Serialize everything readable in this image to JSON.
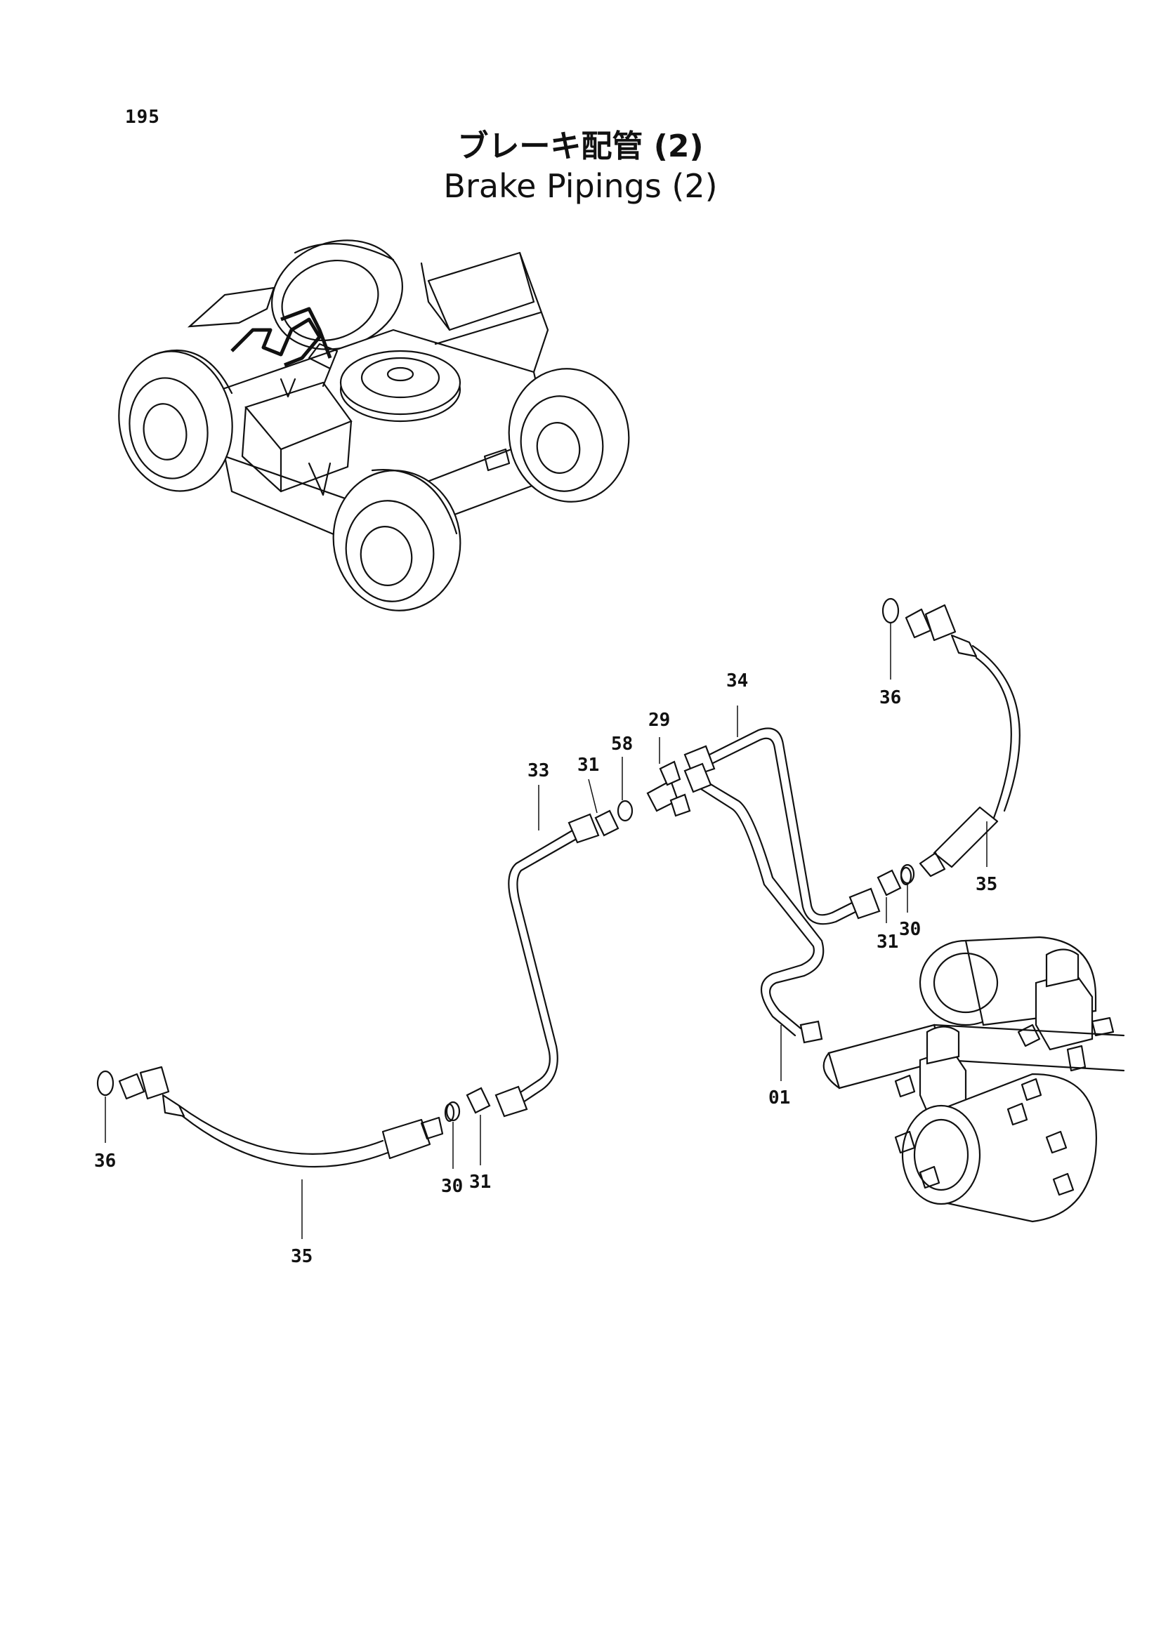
{
  "page_number": "195",
  "title_jp": "ブレーキ配管 (2)",
  "title_en": "Brake Pipings (2)",
  "callouts": [
    {
      "id": "c-36a",
      "label": "36"
    },
    {
      "id": "c-34",
      "label": "34"
    },
    {
      "id": "c-29",
      "label": "29"
    },
    {
      "id": "c-58",
      "label": "58"
    },
    {
      "id": "c-31a",
      "label": "31"
    },
    {
      "id": "c-33",
      "label": "33"
    },
    {
      "id": "c-35a",
      "label": "35"
    },
    {
      "id": "c-31b",
      "label": "31"
    },
    {
      "id": "c-30a",
      "label": "30"
    },
    {
      "id": "c-01",
      "label": "01"
    },
    {
      "id": "c-36b",
      "label": "36"
    },
    {
      "id": "c-30b",
      "label": "30"
    },
    {
      "id": "c-31c",
      "label": "31"
    },
    {
      "id": "c-35b",
      "label": "35"
    }
  ]
}
